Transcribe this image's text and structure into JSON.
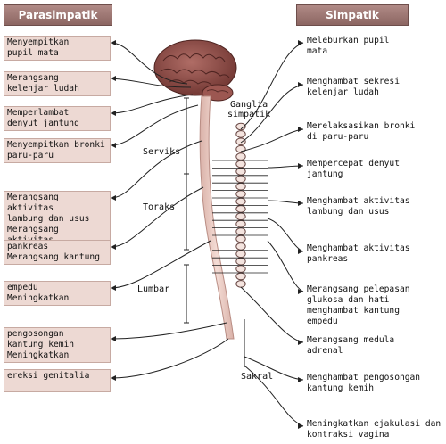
{
  "headers": {
    "left": "Parasimpatik",
    "right": "Simpatik"
  },
  "ganglia_label": "Ganglia\nsimpatik",
  "segments": [
    "Serviks",
    "Toraks",
    "Lumbar",
    "Sakral"
  ],
  "parasympathetic": [
    "Menyempitkan\npupil mata",
    "Merangsang\nkelenjar ludah",
    "Memperlambat\ndenyut jantung",
    "Menyempitkan bronki\nparu-paru",
    "Merangsang aktivitas\nlambung dan usus\nMerangsang aktivitas",
    "pankreas\nMerangsang kantung",
    "empedu\nMeningkatkan",
    "pengosongan\nkantung kemih\nMeningkatkan",
    "ereksi genitalia"
  ],
  "sympathetic": [
    "Meleburkan pupil\nmata",
    "Menghambat sekresi\nkelenjar ludah",
    "Merelaksasikan bronki\ndi paru-paru",
    "Mempercepat denyut\njantung",
    "Menghambat aktivitas\nlambung dan usus",
    "Menghambat aktivitas\npankreas",
    "Merangsang pelepasan\nglukosa dan hati\nmenghambat kantung\nempedu",
    "Merangsang medula\nadrenal",
    "Menghambat pengosongan\nkantung kemih",
    "Meningkatkan ejakulasi dan\nkontraksi vagina"
  ],
  "colors": {
    "header_bg": "#9b7673",
    "box_bg": "#edd9d3",
    "brain": "#8a4a45",
    "cord": "#e7c8c0",
    "nerve": "#222222"
  }
}
